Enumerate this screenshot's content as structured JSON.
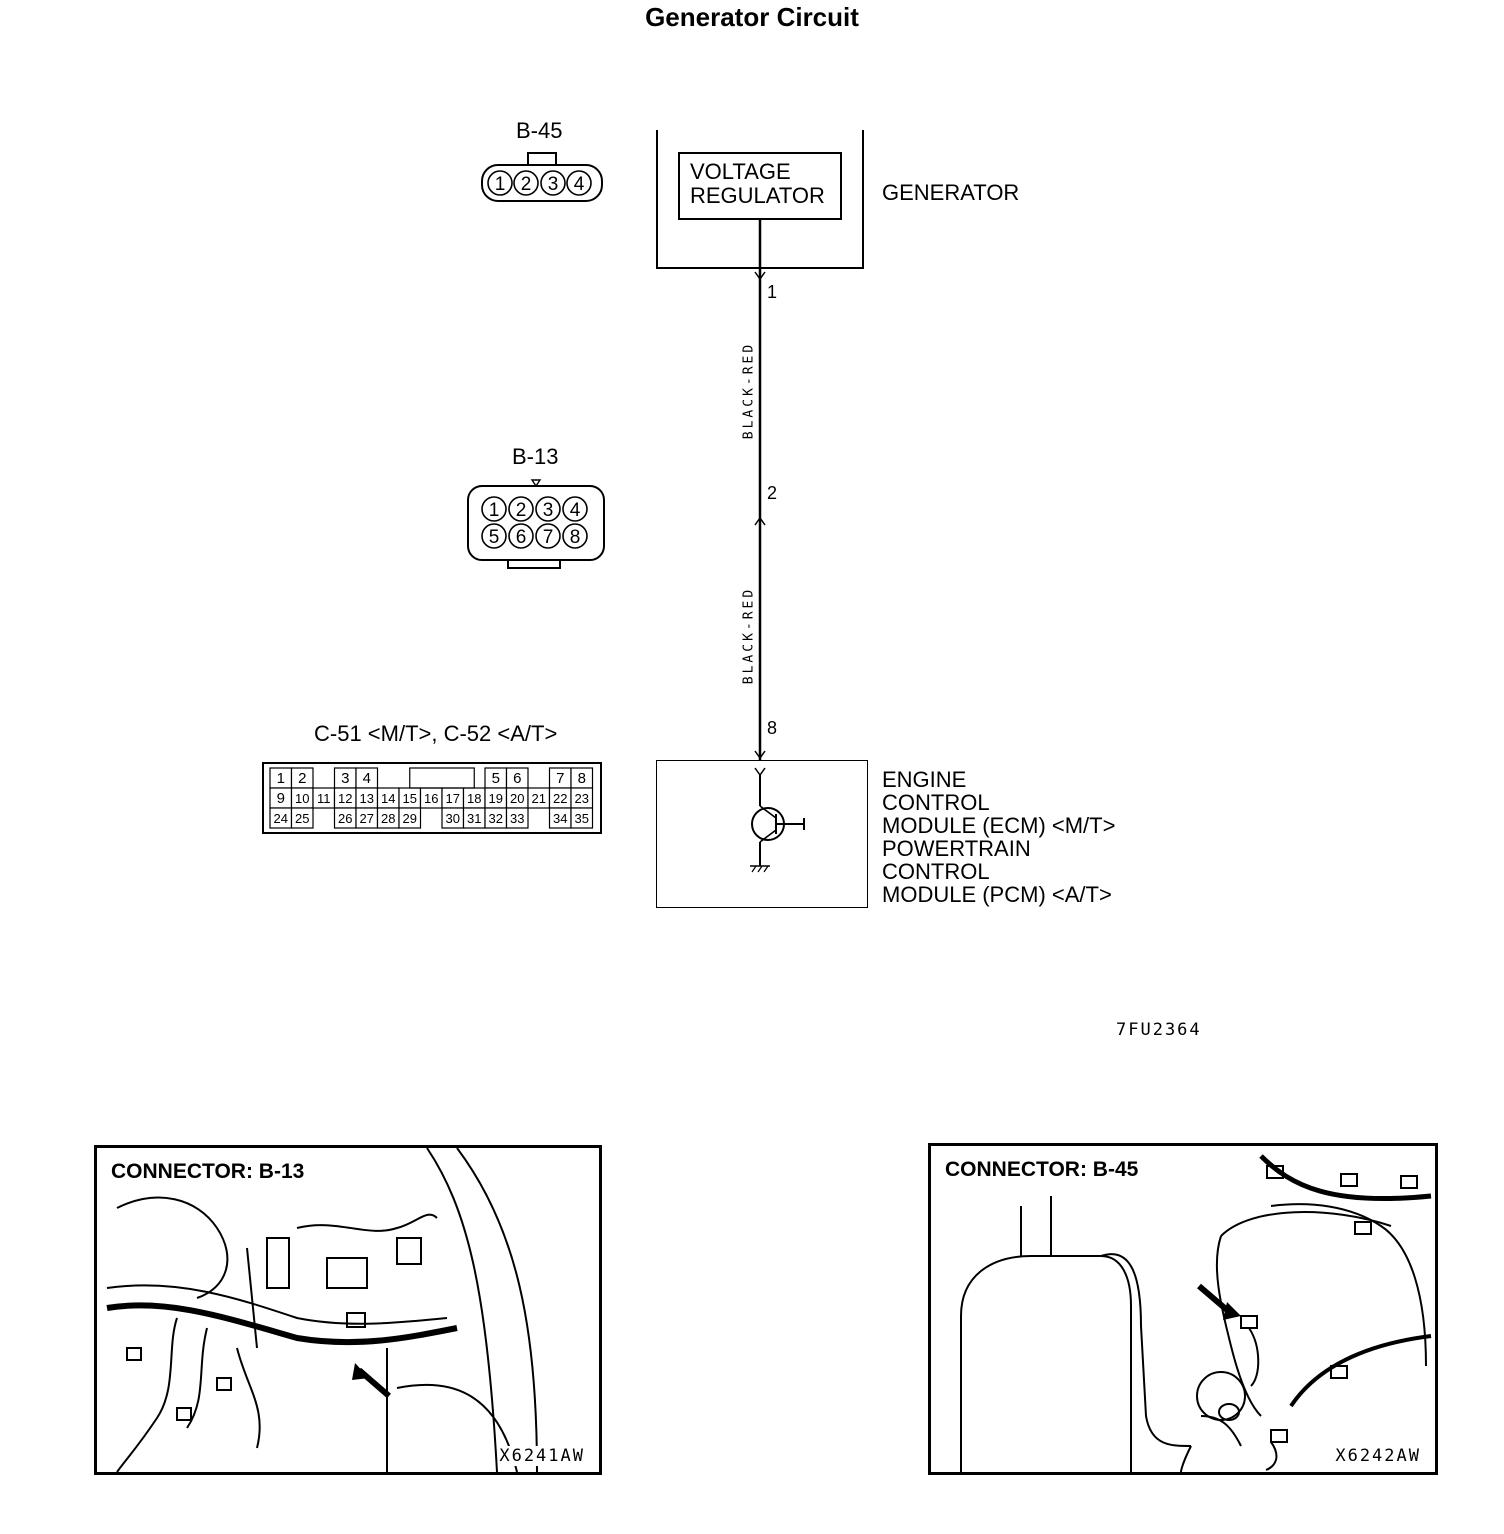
{
  "title": "Generator  Circuit",
  "connectors": {
    "b45": {
      "label": "B-45",
      "pins": [
        "1",
        "2",
        "3",
        "4"
      ]
    },
    "b13": {
      "label": "B-13",
      "pins_top": [
        "1",
        "2",
        "3",
        "4"
      ],
      "pins_bottom": [
        "5",
        "6",
        "7",
        "8"
      ]
    },
    "c51": {
      "label": "C-51 <M/T>, C-52 <A/T>",
      "rows": [
        [
          "1",
          "2",
          "",
          "3",
          "4",
          "",
          "",
          "",
          "",
          "",
          "5",
          "6",
          "",
          "7",
          "8"
        ],
        [
          "9",
          "10",
          "11",
          "12",
          "13",
          "14",
          "15",
          "16",
          "17",
          "18",
          "19",
          "20",
          "21",
          "22",
          "23"
        ],
        [
          "24",
          "25",
          "",
          "26",
          "27",
          "28",
          "29",
          "",
          "30",
          "31",
          "32",
          "33",
          "",
          "34",
          "35"
        ]
      ]
    }
  },
  "generator": {
    "regulator_line1": "VOLTAGE",
    "regulator_line2": "REGULATOR",
    "label": "GENERATOR"
  },
  "wire": {
    "pin_top": "1",
    "pin_mid": "2",
    "pin_bottom": "8",
    "color_upper": "BLACK-RED",
    "color_lower": "BLACK-RED"
  },
  "ecm": {
    "lines": [
      "ENGINE",
      "CONTROL",
      "MODULE (ECM) <M/T>",
      "POWERTRAIN",
      "CONTROL",
      "MODULE (PCM) <A/T>"
    ]
  },
  "figure_code": "7FU2364",
  "photos": [
    {
      "title": "CONNECTOR: B-13",
      "code": "X6241AW"
    },
    {
      "title": "CONNECTOR: B-45",
      "code": "X6242AW"
    }
  ]
}
